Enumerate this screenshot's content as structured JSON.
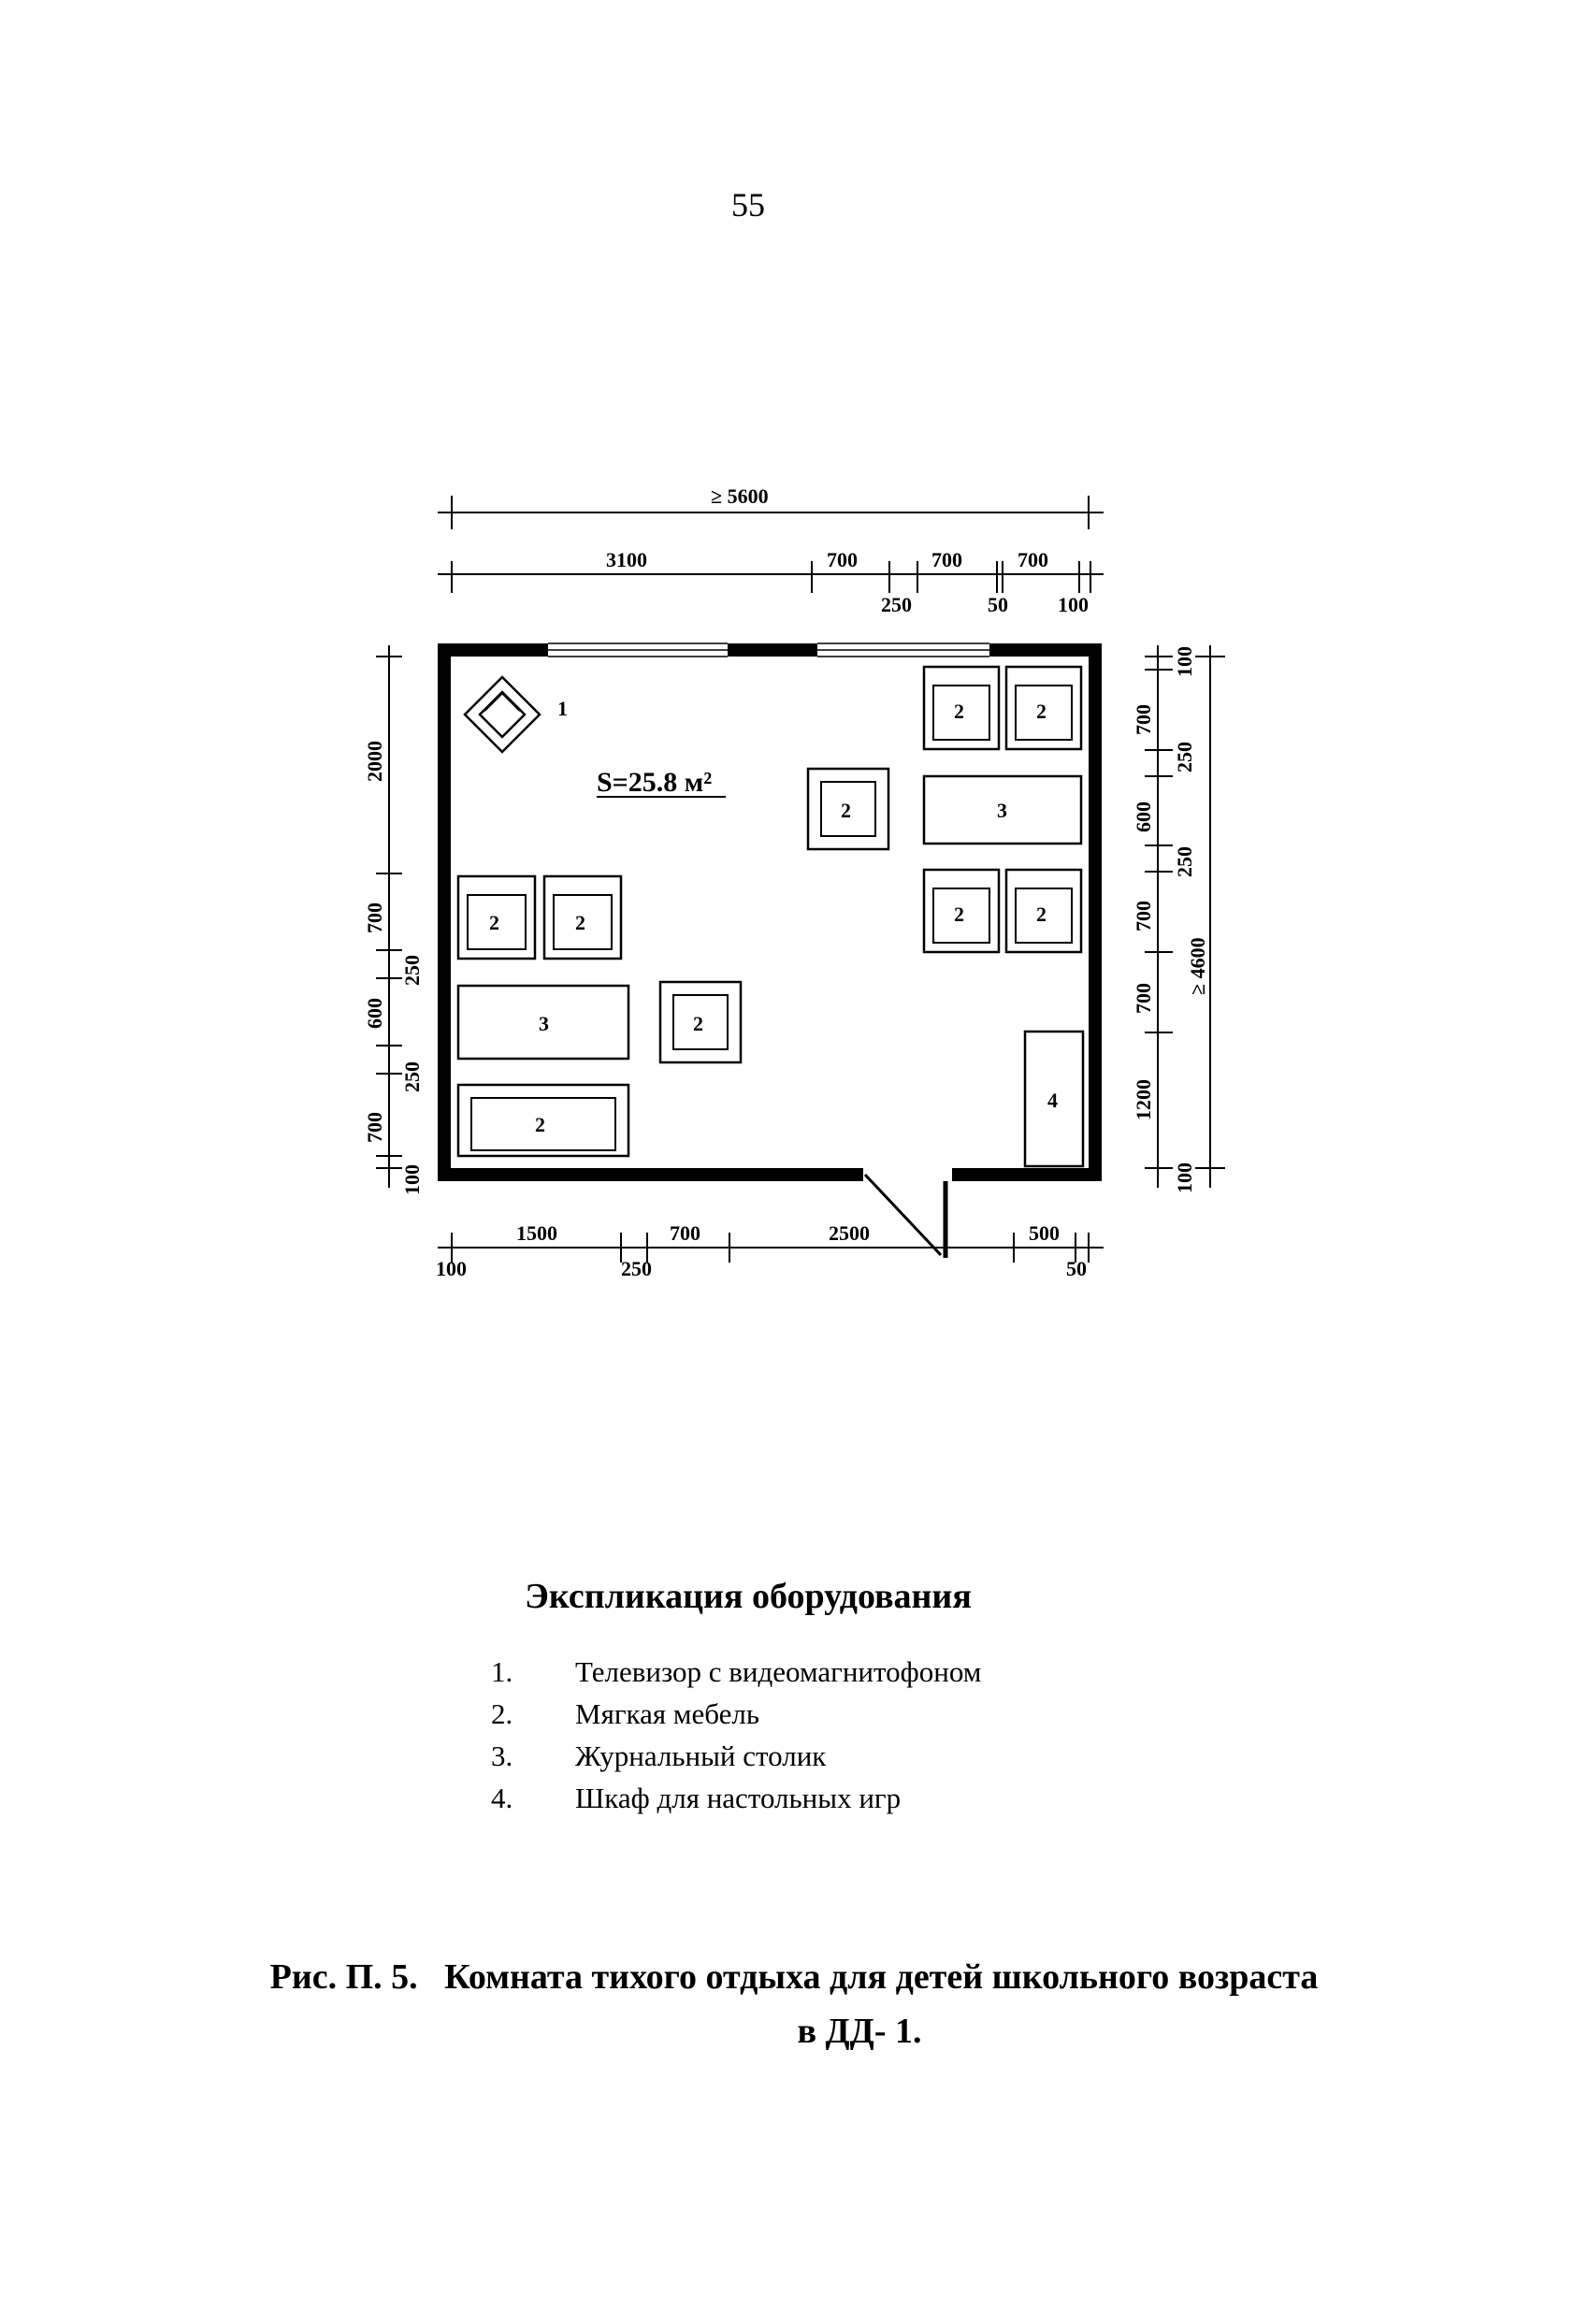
{
  "page_number": "55",
  "plan": {
    "area_label": "S=25.8 м²",
    "furniture_numbers": {
      "tv": "1",
      "sofa": "2",
      "table": "3",
      "cabinet": "4"
    },
    "dimensions": {
      "top_overall": "≥ 5600",
      "top_3100": "3100",
      "top_700a": "700",
      "top_700b": "700",
      "top_700c": "700",
      "top_250": "250",
      "top_50": "50",
      "top_100": "100",
      "left_2000": "2000",
      "left_700a": "700",
      "left_250a": "250",
      "left_600": "600",
      "left_250b": "250",
      "left_700b": "700",
      "left_100": "100",
      "right_100a": "100",
      "right_700a": "700",
      "right_250a": "250",
      "right_600": "600",
      "right_250b": "250",
      "right_700b": "700",
      "right_700c": "700",
      "right_1200": "1200",
      "right_100b": "100",
      "right_overall": "≥ 4600",
      "bottom_1500": "1500",
      "bottom_700": "700",
      "bottom_2500": "2500",
      "bottom_500": "500",
      "bottom_100": "100",
      "bottom_250": "250",
      "bottom_50": "50"
    }
  },
  "legend": {
    "title": "Экспликация оборудования",
    "items": [
      {
        "num": "1.",
        "text": "Телевизор с видеомагнитофоном"
      },
      {
        "num": "2.",
        "text": "Мягкая мебель"
      },
      {
        "num": "3.",
        "text": "Журнальный столик"
      },
      {
        "num": "4.",
        "text": "Шкаф для настольных игр"
      }
    ]
  },
  "caption": {
    "line1": "Рис. П. 5.   Комната тихого отдыха для детей школьного возраста",
    "line2": "в ДД- 1."
  }
}
